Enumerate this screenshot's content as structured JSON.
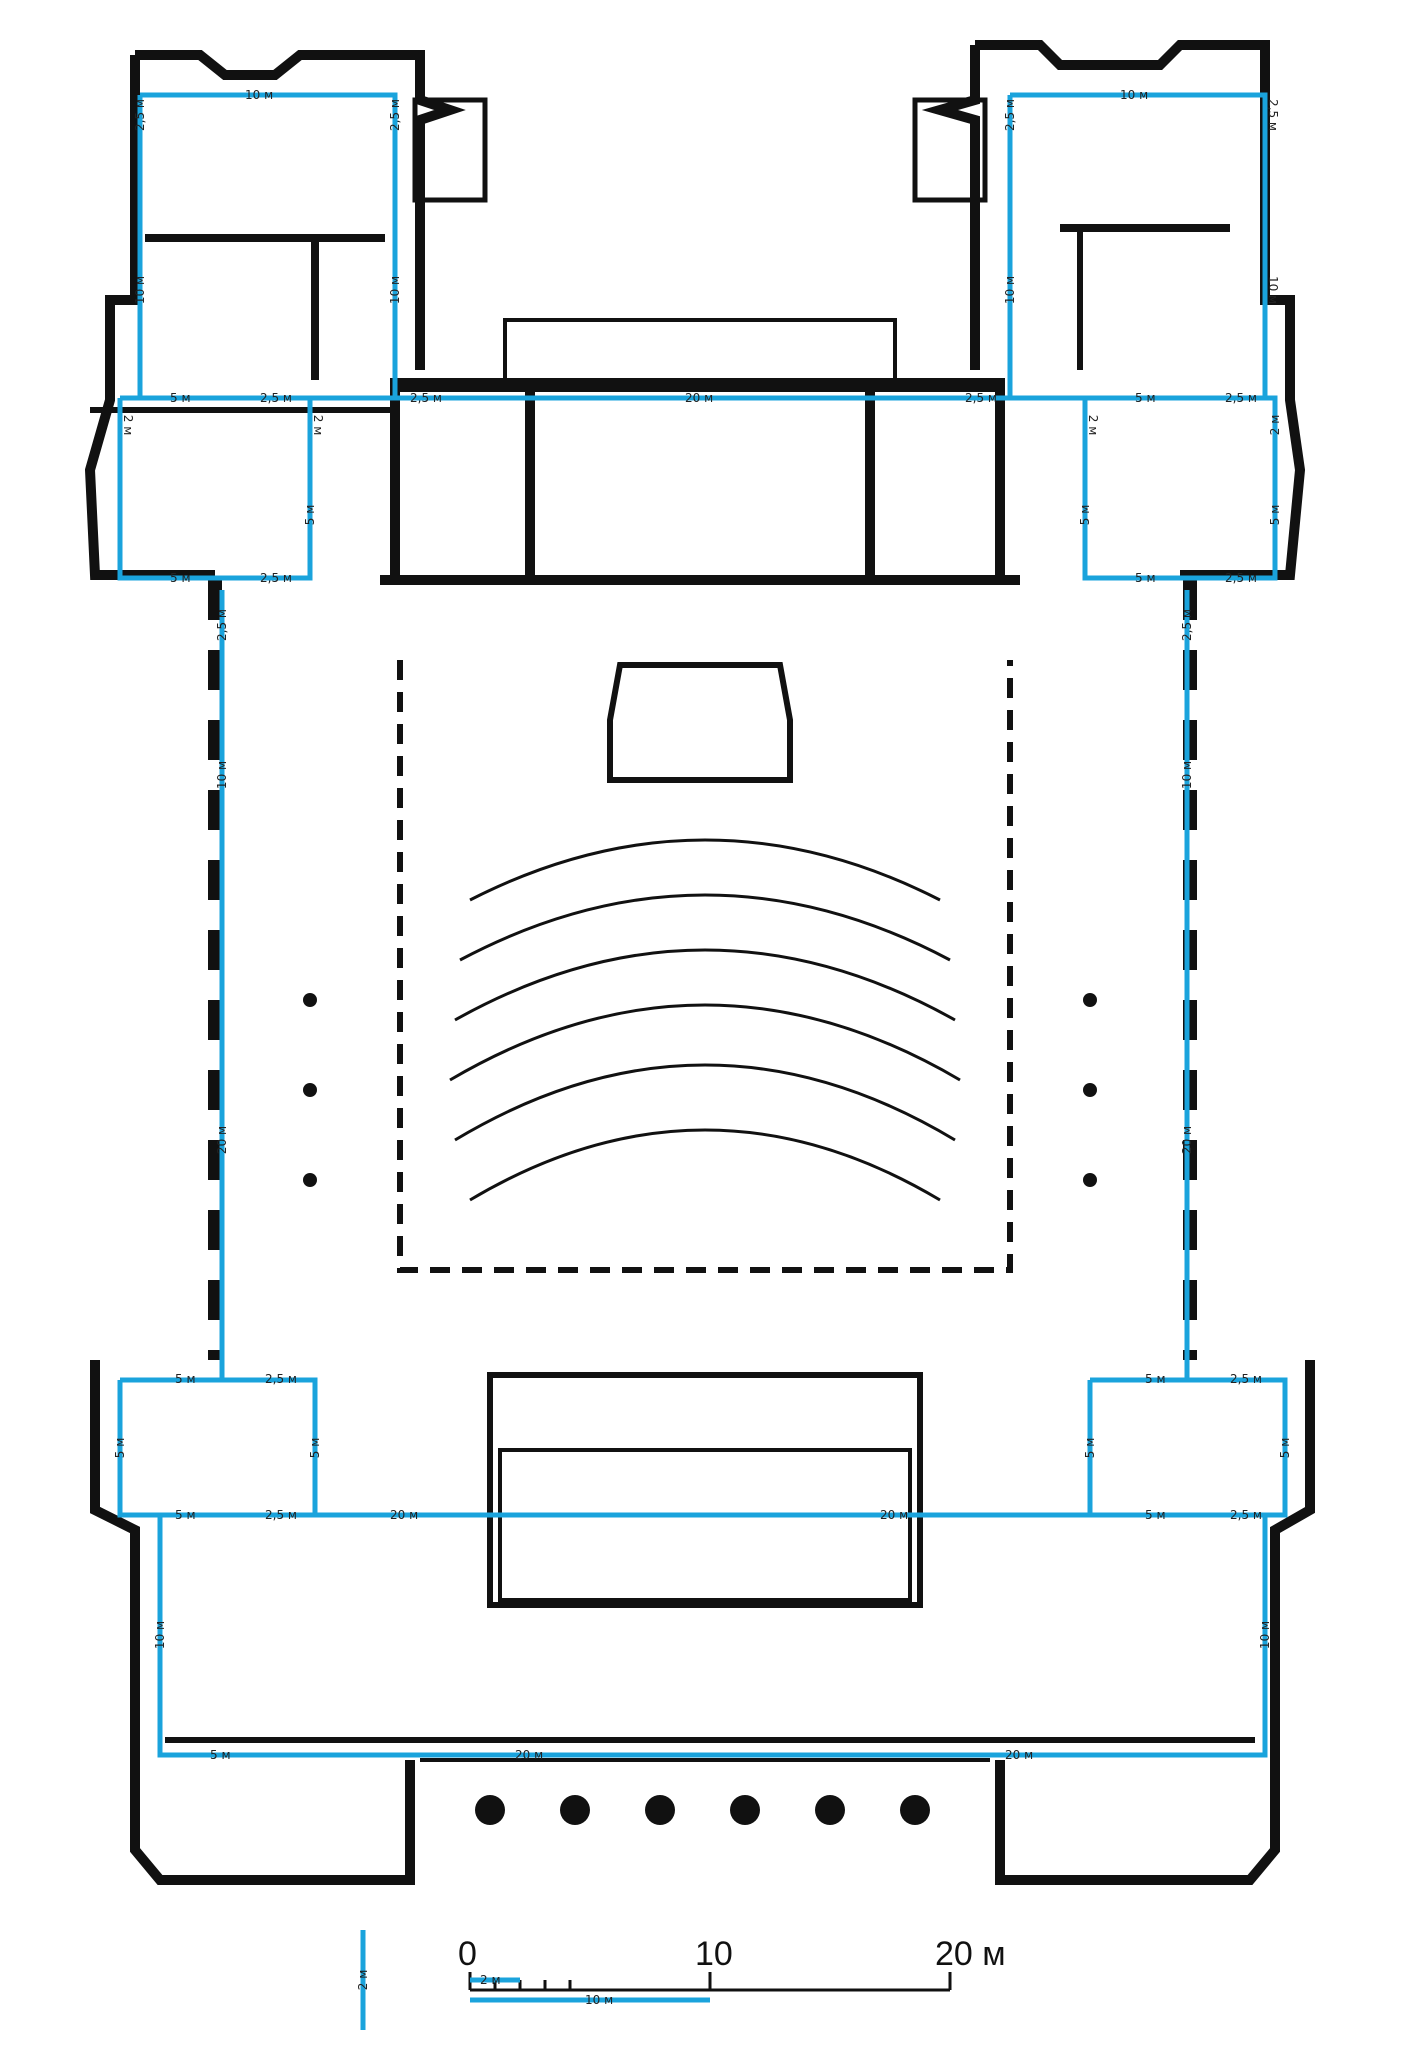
{
  "dimension_labels": {
    "d10": "10 м",
    "d20": "20 м",
    "d5": "5 м",
    "d2_5": "2,5 м",
    "d2": "2 м"
  },
  "scale_bar": {
    "tick_0": "0",
    "tick_10": "10",
    "tick_20": "20 м",
    "seg_2m": "2 м",
    "seg_10m": "10 м",
    "legend_2m": "2 м"
  },
  "colors": {
    "measure_line": "#1aa3dc",
    "walls": "#111111"
  }
}
